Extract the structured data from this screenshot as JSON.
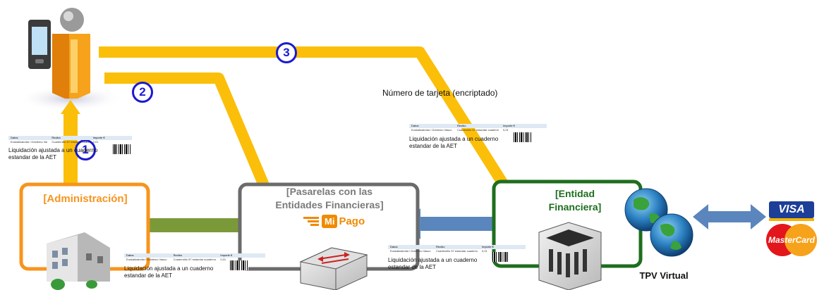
{
  "colors": {
    "flow_arrow": "#fbbf0a",
    "administracion": "#f7941d",
    "pasarelas": "#6b6b6b",
    "entidad": "#1e6e1e",
    "green_link": "#7a9a3a",
    "blue_link": "#5b86bd",
    "step_circle": "#1a1ad0",
    "user_body": "#f7a21b"
  },
  "nodes": {
    "administracion": {
      "label": "[Administración]"
    },
    "pasarelas": {
      "label_line1": "[Pasarelas con las",
      "label_line2": "Entidades Financieras]"
    },
    "entidad": {
      "label_line1": "[Entidad",
      "label_line2": "Financiera]"
    },
    "tpv": {
      "label": "TPV Virtual"
    }
  },
  "steps": [
    "1",
    "2",
    "3"
  ],
  "annotations": {
    "numero_tarjeta": "Número de tarjeta (encriptado)"
  },
  "ticket": {
    "header": [
      "Datos",
      "Recibo",
      "Importe €"
    ],
    "row": [
      "Euskaltzaindia / Gobierno Vasco",
      "Cuadernillo 57 estandar cuaderno",
      "0,01"
    ],
    "caption_line1": "Liquidación ajustada a un cuaderno",
    "caption_line2": "estandar de la AET"
  },
  "logos": {
    "mipago_mi": "Mi",
    "mipago_pago": "Pago",
    "visa": "VISA",
    "mastercard": "MasterCard"
  },
  "icons": [
    "user-with-phone-icon",
    "government-building-icon",
    "router-icon",
    "bank-icon",
    "globe-icon"
  ]
}
